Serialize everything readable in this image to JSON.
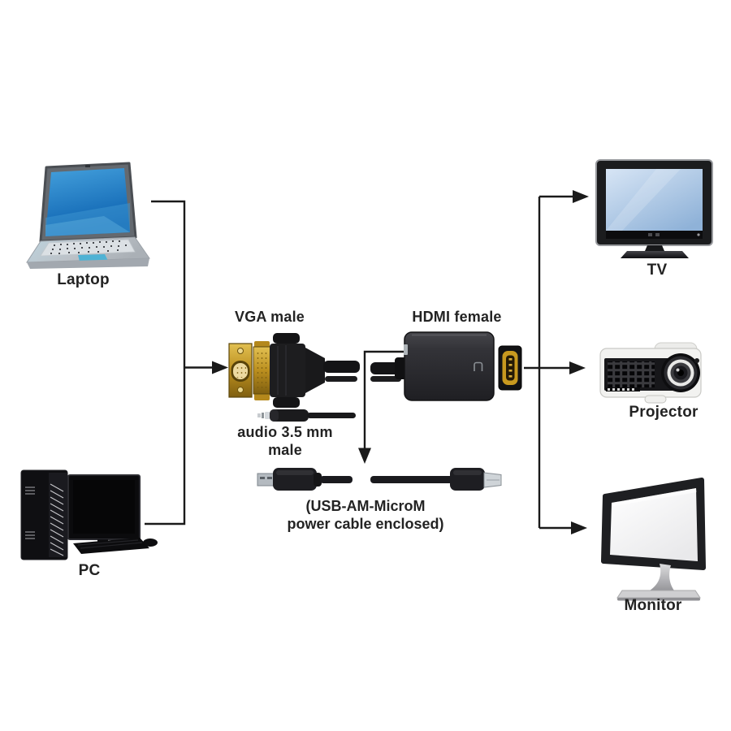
{
  "diagram": {
    "background": "#ffffff",
    "line_color": "#1a1a1a",
    "label_color": "#232323",
    "sources": {
      "laptop": {
        "label": "Laptop"
      },
      "pc": {
        "label": "PC"
      }
    },
    "adapter": {
      "vga_label": "VGA male",
      "hdmi_label": "HDMI female",
      "audio_label": "audio 3.5 mm male",
      "usb_note_line1": "(USB-AM-MicroM",
      "usb_note_line2": "power cable enclosed)"
    },
    "outputs": {
      "tv": {
        "label": "TV"
      },
      "projector": {
        "label": "Projector"
      },
      "monitor": {
        "label": "Monitor"
      }
    },
    "colors": {
      "gold": "#c49a27",
      "connector_black": "#1d1d1f",
      "laptop_screen_blue": "#1474c4",
      "tv_screen_blue": "#aac9e6",
      "trackpad_blue": "#4fb2d4",
      "projector_body": "#f2f2f0",
      "monitor_screen": "#fafafa"
    }
  }
}
